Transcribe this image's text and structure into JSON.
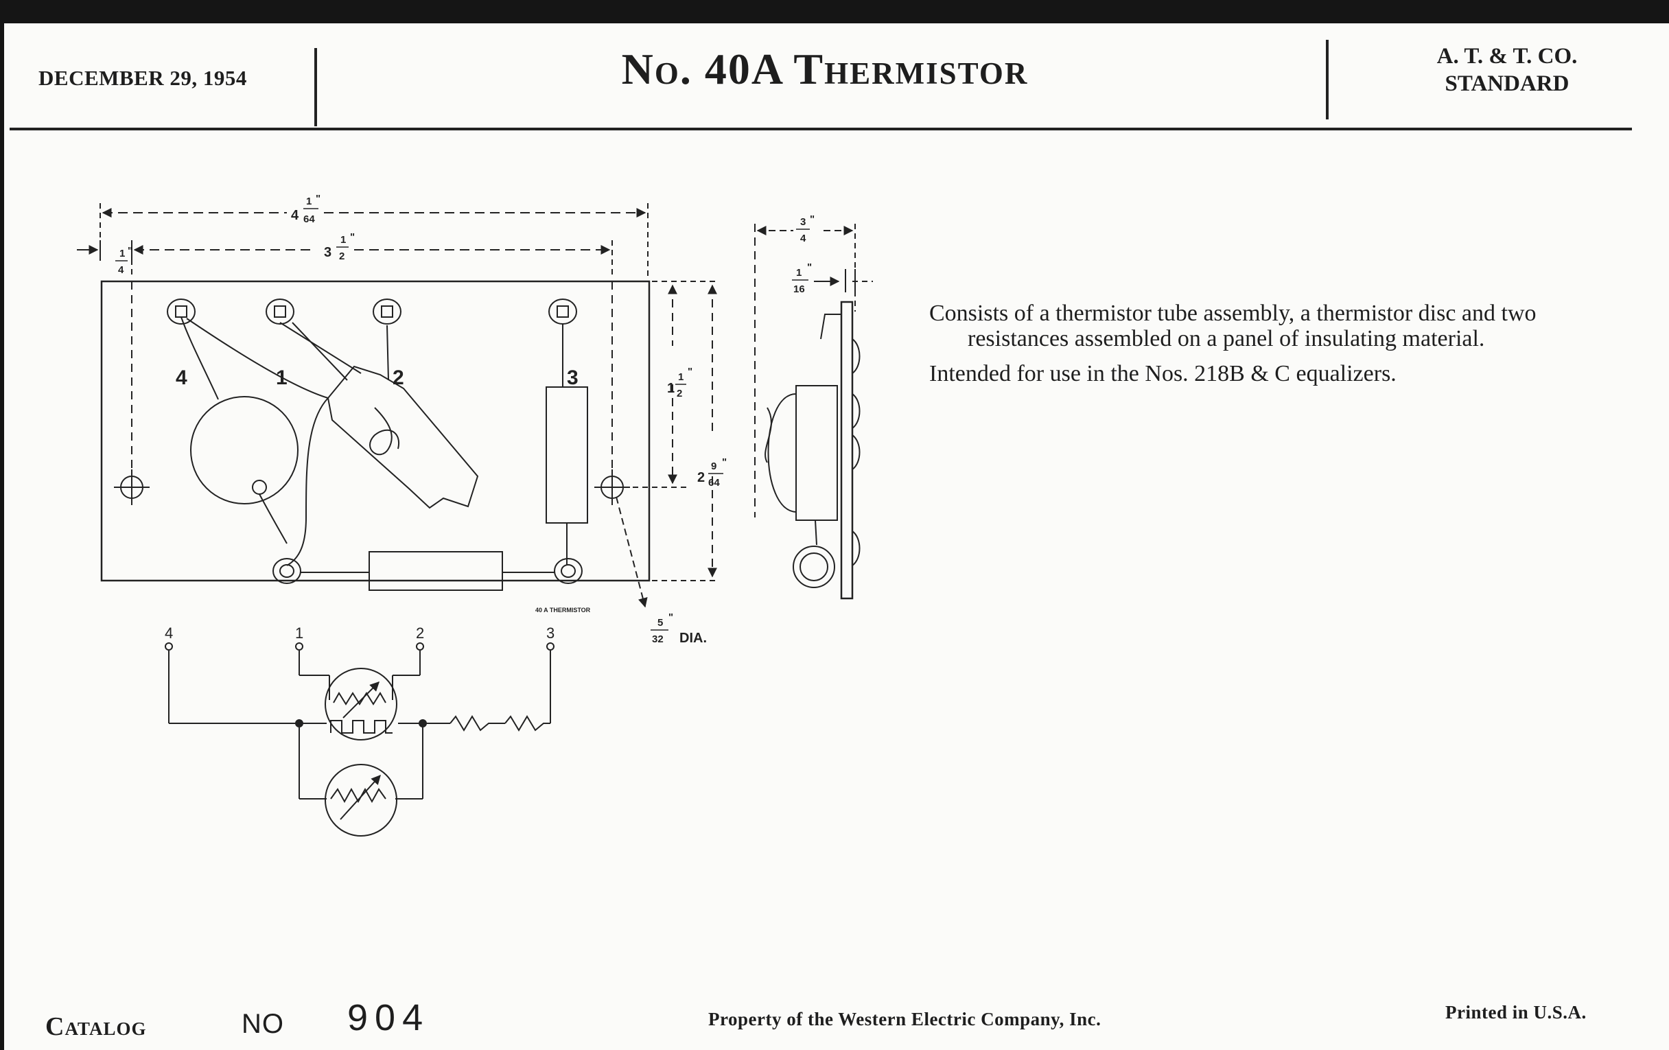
{
  "header": {
    "date": "DECEMBER 29, 1954",
    "title": "No. 40A Thermistor",
    "standard_line1": "A. T. & T. CO.",
    "standard_line2": "STANDARD"
  },
  "description": {
    "paragraph1": "Consists of a thermistor tube assembly, a thermistor disc and two resistances assembled on a panel of insulating material.",
    "paragraph2": "Intended for use in the Nos. 218B & C equalizers."
  },
  "drawing": {
    "dimensions": {
      "overall_width": {
        "whole": "4",
        "num": "1",
        "den": "64"
      },
      "terminal_span": {
        "whole": "3",
        "num": "1",
        "den": "2"
      },
      "edge_offset": {
        "num": "1",
        "den": "4"
      },
      "side_depth": {
        "num": "3",
        "den": "4"
      },
      "panel_thickness": {
        "num": "1",
        "den": "16"
      },
      "mount_spacing": {
        "whole": "1",
        "num": "1",
        "den": "2"
      },
      "overall_height": {
        "whole": "2",
        "num": "9",
        "den": "64"
      },
      "hole_dia": {
        "num": "5",
        "den": "32",
        "suffix": "DIA."
      }
    },
    "inch_mark": "\"",
    "panel_marking": "40 A THERMISTOR",
    "terminals": [
      "4",
      "1",
      "2",
      "3"
    ],
    "schematic_terminals": [
      "4",
      "1",
      "2",
      "3"
    ]
  },
  "footer": {
    "catalog_label": "Catalog",
    "no_label": "NO",
    "catalog_number": "904",
    "property": "Property of the Western Electric Company, Inc.",
    "printed": "Printed in U.S.A."
  }
}
